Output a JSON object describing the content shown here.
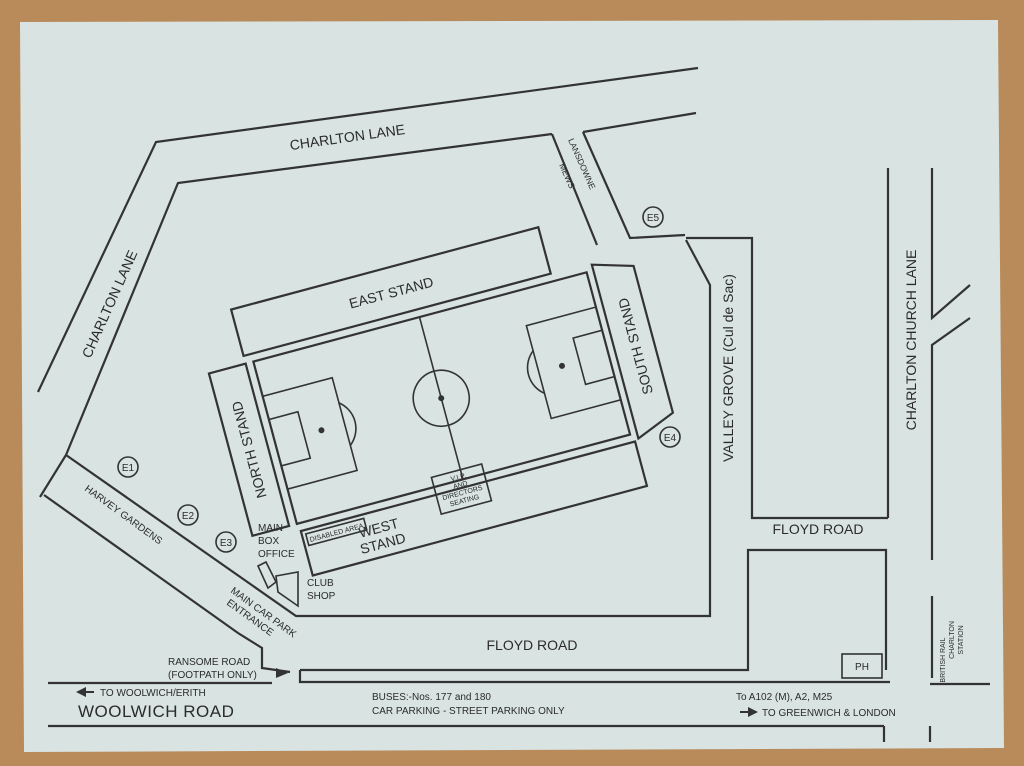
{
  "colors": {
    "card": "#d8e3e2",
    "ink": "#333333",
    "table": "#b98a5a"
  },
  "roads": {
    "charlton_lane_top": "CHARLTON LANE",
    "charlton_lane_left": "CHARLTON LANE",
    "lansdowne_mews": [
      "LANSDOWNE",
      "MEWS"
    ],
    "valley_grove": "VALLEY GROVE (Cul de Sac)",
    "charlton_church_lane": "CHARLTON CHURCH LANE",
    "floyd_road_right": "FLOYD ROAD",
    "floyd_road_bottom": "FLOYD ROAD",
    "harvey_gardens": "HARVEY GARDENS",
    "woolwich_road": "WOOLWICH ROAD",
    "ransome_road": [
      "RANSOME ROAD",
      "(FOOTPATH ONLY)"
    ]
  },
  "stands": {
    "east": "EAST STAND",
    "north": "NORTH STAND",
    "south": "SOUTH STAND",
    "west": [
      "WEST",
      "STAND"
    ],
    "disabled_area": "DISABLED AREA",
    "vip": [
      "V.I.P.",
      "AND",
      "DIRECTORS",
      "SEATING"
    ]
  },
  "buildings": {
    "main_box_office": [
      "MAIN",
      "BOX",
      "OFFICE"
    ],
    "club_shop": [
      "CLUB",
      "SHOP"
    ],
    "main_car_park": [
      "MAIN CAR PARK",
      "ENTRANCE"
    ],
    "pub": "PH",
    "station": [
      "BRITISH RAIL",
      "CHARLTON",
      "STATION"
    ]
  },
  "entrances": [
    "E1",
    "E2",
    "E3",
    "E4",
    "E5"
  ],
  "directions": {
    "woolwich_erith": "TO WOOLWICH/ERITH",
    "buses": "BUSES:-Nos. 177 and 180",
    "parking": "CAR PARKING - STREET PARKING ONLY",
    "a102": "To A102 (M), A2, M25",
    "greenwich": "TO GREENWICH & LONDON"
  }
}
